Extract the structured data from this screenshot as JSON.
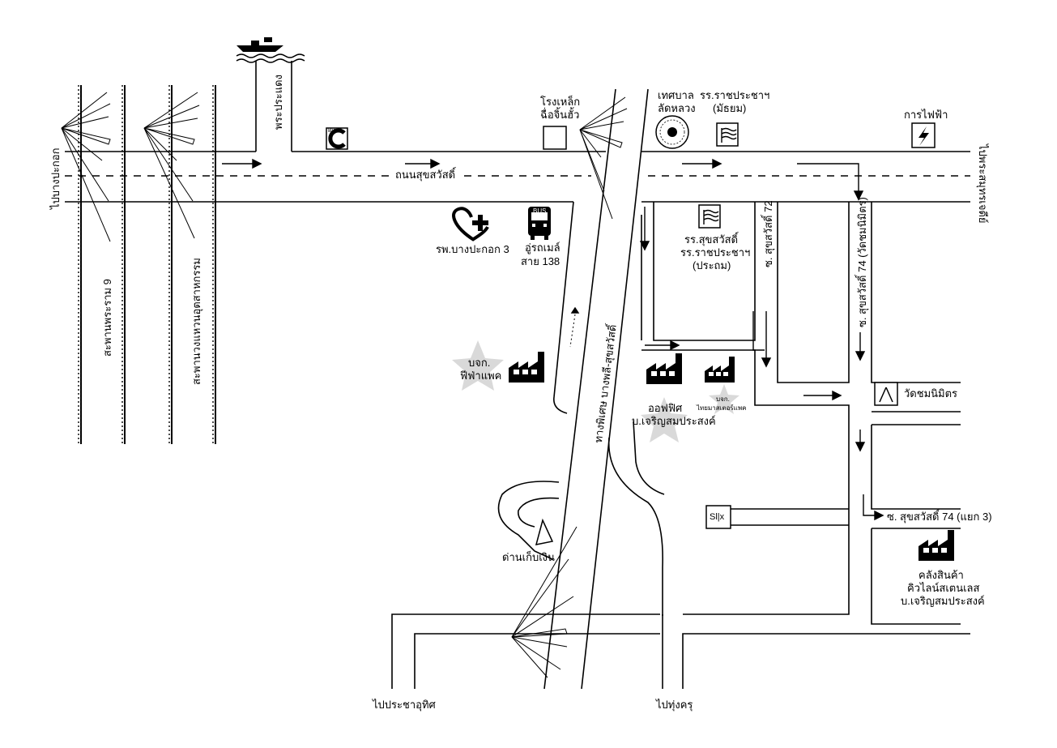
{
  "roads": {
    "main_road": "ถนนสุขสวัสดิ์",
    "expressway": "ทางพิเศษ บางพลี-สุขสวัสดิ์",
    "soi72": "ซ. สุขสวัสดิ์ 72",
    "soi74": "ซ. สุขสวัสดิ์ 74 (วัดชมนิมิตร)",
    "soi74_branch3": "ซ. สุขสวัสดิ์ 74 (แยก 3)"
  },
  "directions": {
    "to_bang_pakok": "ไปบางปะกอก",
    "to_phra_samut_chedi": "ไปพระสมุทรเจดีย์",
    "to_pracha_uthit": "ไปประชาอุทิศ",
    "to_thung_khru": "ไปทุ่งครุ"
  },
  "bridges": {
    "rama9": "สะพานพระราม 9",
    "industrial_ring": "สะพานวงแหวนอุตสาหกรรม"
  },
  "places": {
    "pier": "พระประแดง",
    "bigc": "Big C",
    "steel_factory_line1": "โรงเหล็ก",
    "steel_factory_line2": "ฉื่อจิ้นฮั้ว",
    "municipality_line1": "เทศบาล",
    "municipality_line2": "ลัดหลวง",
    "school_moi_line1": "รร.ราชประชาฯ",
    "school_moi_line2": "(มัธยม)",
    "electricity": "การไฟฟ้า",
    "hospital": "รพ.บางปะกอก 3",
    "bus_line1": "อู่รถเมล์",
    "bus_line2": "สาย 138",
    "bus_sign": "BUS",
    "school_prathom_line1": "รร.สุขสวัสดิ์",
    "school_prathom_line2": "รร.ราชประชาฯ",
    "school_prathom_line3": "(ประถม)",
    "fipak_line1": "บจก.",
    "fipak_line2": "ฟีฟ่าแพค",
    "office_line1": "ออฟฟิศ",
    "office_line2": "บ.เจริญสมประสงค์",
    "thaimaster_line1": "บจก.",
    "thaimaster_line2": "ไทยมาสเตอร์แพค",
    "temple": "วัดชมนิมิตร",
    "seven_eleven": "Sl|x",
    "tollgate": "ด่านเก็บเงิน",
    "warehouse_line1": "คลังสินค้า",
    "warehouse_line2": "คิวไลน์สเตนเลส",
    "warehouse_line3": "บ.เจริญสมประสงค์"
  },
  "icons": {
    "boat": "boat-icon",
    "bigc": "bigc-logo-icon",
    "steel": "building-square-icon",
    "seal": "municipality-seal-icon",
    "flag": "school-flag-icon",
    "lightning": "lightning-icon",
    "hospital": "heart-cross-icon",
    "bus": "bus-icon",
    "factory": "factory-icon",
    "star": "star-icon",
    "temple": "temple-icon",
    "toll": "tollgate-icon"
  },
  "colors": {
    "ink": "#000000",
    "star": "#d9d9d9",
    "paper": "#ffffff"
  }
}
